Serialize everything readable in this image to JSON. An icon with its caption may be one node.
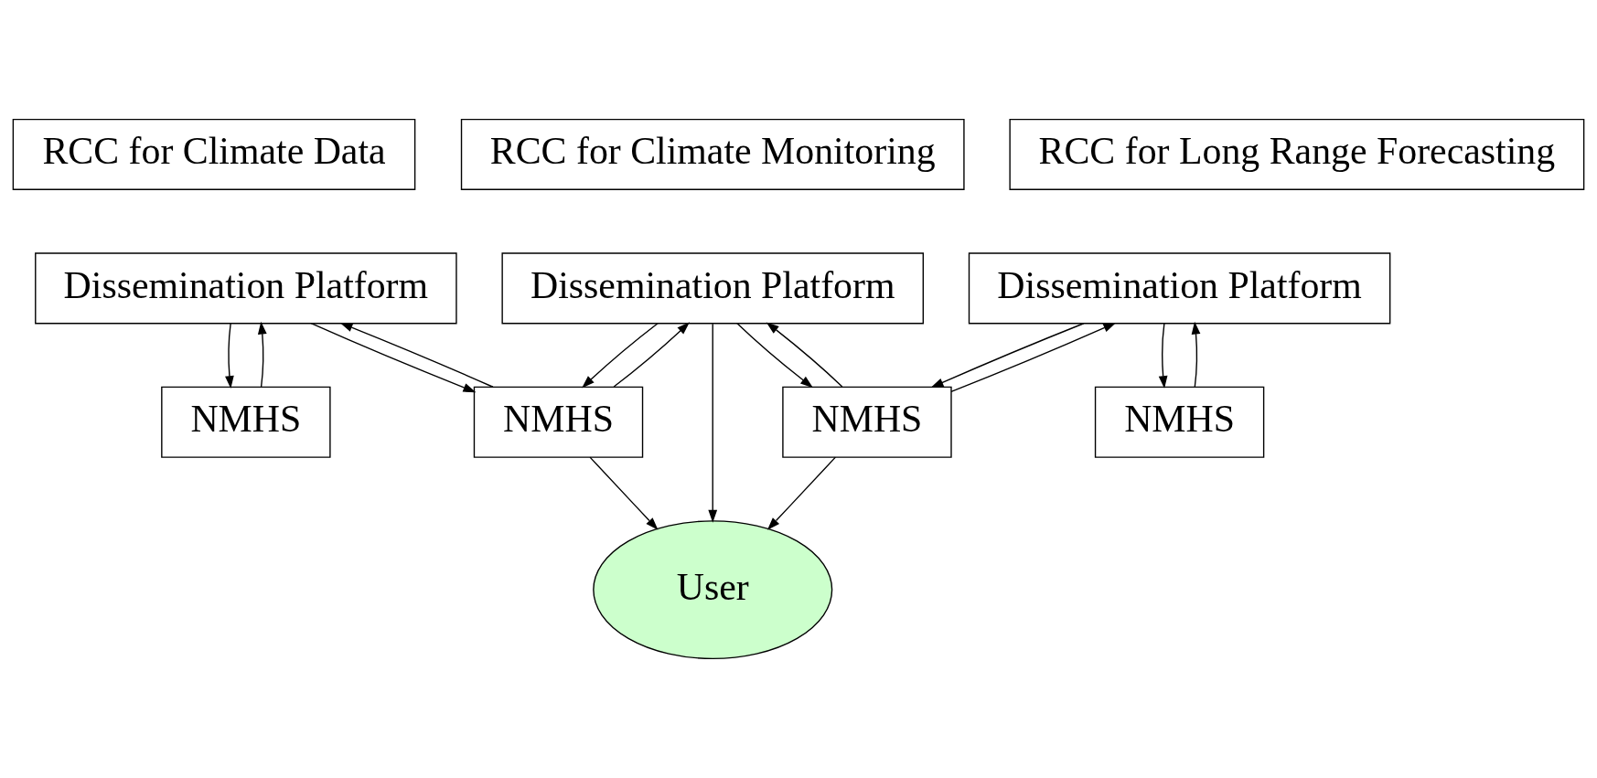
{
  "diagram": {
    "nodes": [
      {
        "text": [
          "RCC for Climate Data"
        ]
      },
      {
        "text": [
          "RCC for Climate Monitoring"
        ]
      },
      {
        "text": [
          "RCC for Long Range Forecasting"
        ]
      },
      {
        "text": [
          "Dissemination Platform"
        ]
      },
      {
        "text": [
          "Dissemination Platform"
        ]
      },
      {
        "text": [
          "Dissemination Platform"
        ]
      },
      {
        "text": [
          "NMHS"
        ]
      },
      {
        "text": [
          "NMHS"
        ]
      },
      {
        "text": [
          "NMHS"
        ]
      },
      {
        "text": [
          "NMHS"
        ]
      },
      {
        "text": [
          "User"
        ]
      }
    ],
    "edges": [
      {
        "from": 6,
        "to": 3,
        "arrow": "to"
      },
      {
        "from": 3,
        "to": 6,
        "arrow": "to"
      },
      {
        "from": 7,
        "to": 3,
        "arrow": "to"
      },
      {
        "from": 3,
        "to": 7,
        "arrow": "to"
      },
      {
        "from": 7,
        "to": 4,
        "arrow": "to"
      },
      {
        "from": 4,
        "to": 7,
        "arrow": "to"
      },
      {
        "from": 4,
        "to": 10,
        "arrow": "to"
      },
      {
        "from": 8,
        "to": 4,
        "arrow": "to"
      },
      {
        "from": 4,
        "to": 8,
        "arrow": "to"
      },
      {
        "from": 8,
        "to": 5,
        "arrow": "to"
      },
      {
        "from": 5,
        "to": 8,
        "arrow": "to"
      },
      {
        "from": 9,
        "to": 5,
        "arrow": "to"
      },
      {
        "from": 5,
        "to": 9,
        "arrow": "to"
      },
      {
        "from": 7,
        "to": 10,
        "arrow": "to"
      },
      {
        "from": 8,
        "to": 10,
        "arrow": "to"
      }
    ]
  }
}
